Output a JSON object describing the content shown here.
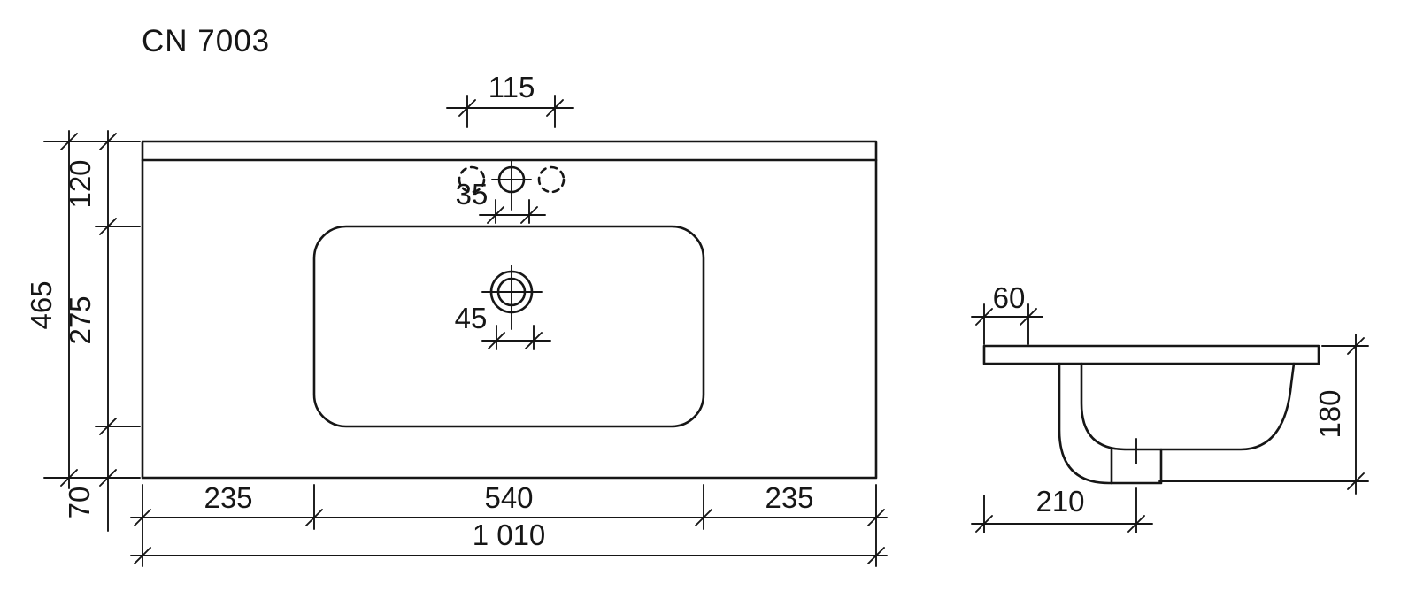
{
  "title": "CN 7003",
  "top_view": {
    "dimensions": {
      "faucet_pitch": "115",
      "faucet_offset": "35",
      "drain_offset": "45",
      "overall_depth": "465",
      "back_to_bowl": "120",
      "bowl_depth": "275",
      "bowl_to_front": "70",
      "left_margin": "235",
      "bowl_width": "540",
      "right_margin": "235",
      "overall_width": "1 010"
    }
  },
  "side_view": {
    "dimensions": {
      "front_overhang": "60",
      "basin_height": "180",
      "basin_depth_bottom": "210"
    }
  }
}
